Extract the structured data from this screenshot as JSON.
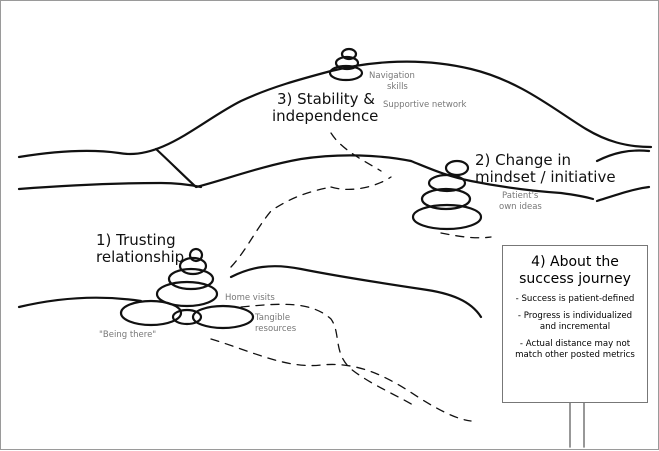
{
  "milestones": [
    {
      "label": "1) Trusting relationship",
      "line1": "1) Trusting",
      "line2": "relationship",
      "notes": [
        "Home visits",
        "Tangible resources",
        "\"Being there\""
      ]
    },
    {
      "label": "2) Change in mindset / initiative",
      "line1": "2) Change in",
      "line2": "mindset / initiative",
      "notes": [
        "Patient's own ideas"
      ]
    },
    {
      "label": "3) Stability & independence",
      "line1": "3) Stability &",
      "line2": "independence",
      "notes": [
        "Navigation skills",
        "Supportive network"
      ]
    }
  ],
  "notes": {
    "home_visits": "Home visits",
    "tangible_1": "Tangible",
    "tangible_2": "resources",
    "being_there": "\"Being there\"",
    "patients_1": "Patient's",
    "patients_2": "own ideas",
    "navigation_1": "Navigation",
    "navigation_2": "skills",
    "supportive": "Supportive network"
  },
  "sign": {
    "title_line1": "4) About the",
    "title_line2": "success journey",
    "items": [
      [
        "- Success is patient-defined"
      ],
      [
        "- Progress is individualized",
        "and incremental"
      ],
      [
        "- Actual distance may not",
        "match other posted metrics"
      ]
    ]
  },
  "colors": {
    "ink": "#111111",
    "note_text": "#777777",
    "sign_border": "#777777"
  }
}
